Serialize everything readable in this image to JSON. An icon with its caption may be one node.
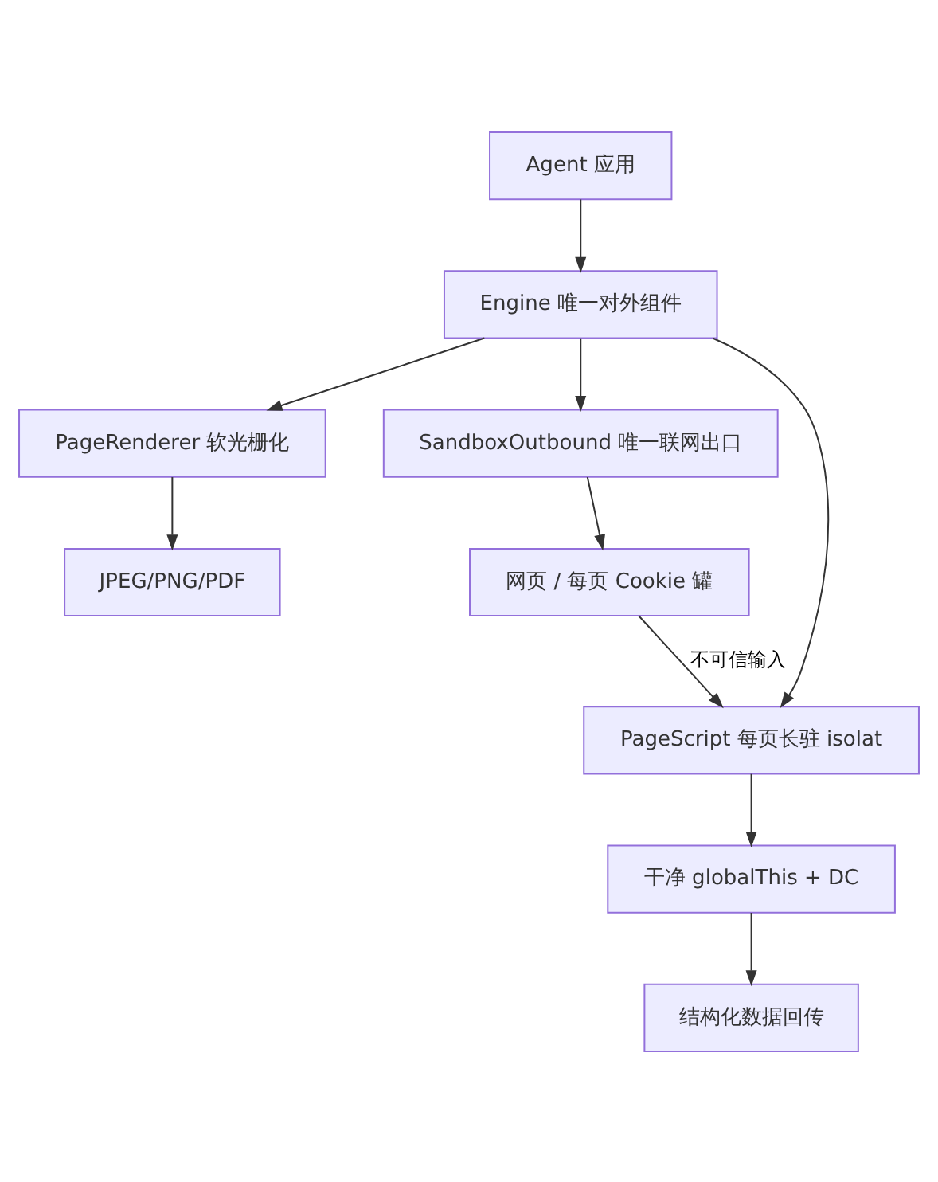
{
  "diagram": {
    "nodes": [
      {
        "text": [
          "Agent 应用"
        ]
      },
      {
        "text": [
          "Engine 唯一对外组件"
        ]
      },
      {
        "text": [
          "PageRenderer 软光栅化"
        ]
      },
      {
        "text": [
          "SandboxOutbound 唯一联网出口"
        ]
      },
      {
        "text": [
          "JPEG/PNG/PDF"
        ]
      },
      {
        "text": [
          "网页 / 每页 Cookie 罐"
        ]
      },
      {
        "text": [
          "PageScript 每页长驻 isolat"
        ]
      },
      {
        "text": [
          "干净 globalThis + DC"
        ]
      },
      {
        "text": [
          "结构化数据回传"
        ]
      }
    ],
    "edges": [
      {
        "from": 0,
        "to": 1,
        "arrow": "to"
      },
      {
        "from": 1,
        "to": 2,
        "arrow": "to"
      },
      {
        "from": 1,
        "to": 3,
        "arrow": "to"
      },
      {
        "from": 1,
        "to": 6,
        "arrow": "to"
      },
      {
        "from": 2,
        "to": 4,
        "arrow": "to"
      },
      {
        "from": 3,
        "to": 5,
        "arrow": "to"
      },
      {
        "from": 5,
        "to": 6,
        "arrow": "to",
        "label": "不可信输入"
      },
      {
        "from": 6,
        "to": 7,
        "arrow": "to"
      },
      {
        "from": 7,
        "to": 8,
        "arrow": "to"
      }
    ]
  }
}
